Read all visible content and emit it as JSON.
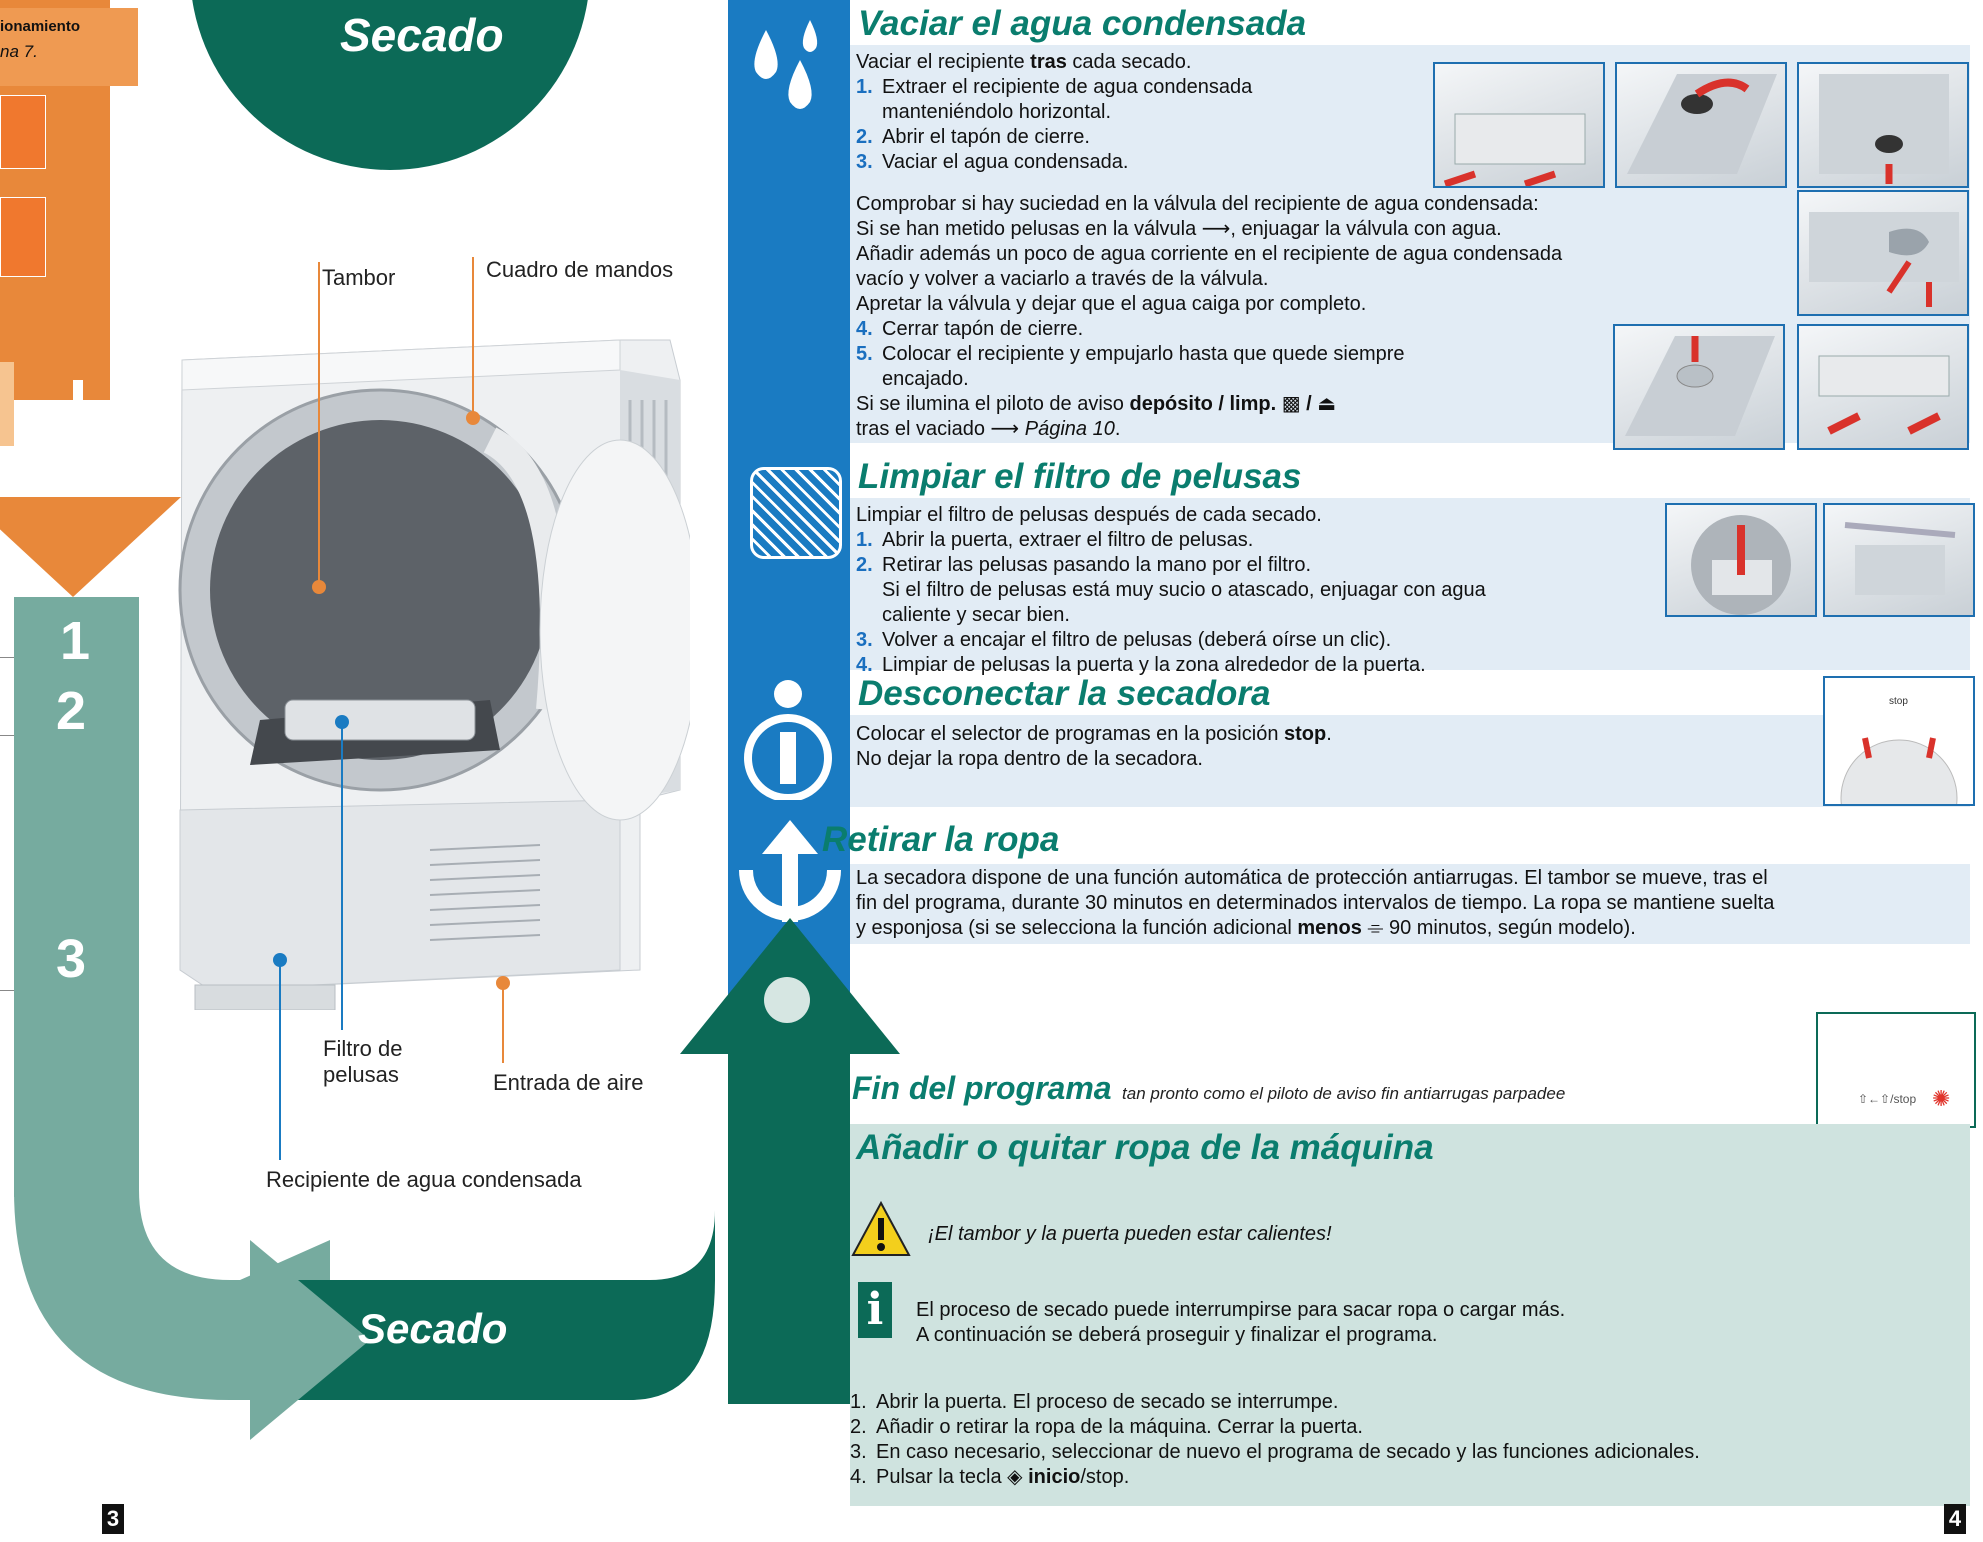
{
  "left_page": {
    "header_title_partial": "ionamiento",
    "header_sub_partial": "na 7.",
    "top_title": "Secado",
    "bottom_title": "Secado",
    "step_numbers": [
      "1",
      "2",
      "3"
    ],
    "labels": {
      "drum": "Tambor",
      "control_panel": "Cuadro de mandos",
      "lint_filter": "Filtro de\npelusas",
      "air_inlet": "Entrada de aire",
      "condensed_container": "Recipiente de agua condensada"
    },
    "page_number": "3"
  },
  "sections": {
    "vaciar": {
      "title": "Vaciar el agua condensada",
      "intro_pre": "Vaciar el recipiente ",
      "intro_bold": "tras",
      "intro_post": " cada secado.",
      "steps": [
        {
          "n": "1.",
          "text": "Extraer el recipiente de agua condensada",
          "cont": "manteniéndolo horizontal."
        },
        {
          "n": "2.",
          "text": "Abrir el tapón de cierre."
        },
        {
          "n": "3.",
          "text": "Vaciar el agua condensada."
        }
      ],
      "check_lines": [
        "Comprobar si hay suciedad en la válvula del recipiente de agua condensada:",
        "Si se han metido pelusas en la válvula ⟶, enjuagar la válvula con agua.",
        "Añadir además un poco de agua corriente en el recipiente de agua condensada",
        "vacío y volver a vaciarlo a través de la válvula.",
        "Apretar la válvula y dejar que el agua caiga por completo."
      ],
      "steps2": [
        {
          "n": "4.",
          "text": "Cerrar tapón de cierre."
        },
        {
          "n": "5.",
          "text": "Colocar el recipiente y empujarlo hasta que quede siempre",
          "cont": "encajado."
        }
      ],
      "warn_pre": "Si se ilumina el piloto de aviso ",
      "warn_bold": "depósito / limp.",
      "warn_icons": "▩ / ⏏",
      "after_pre": "tras el vaciado ⟶ ",
      "after_ref": "Página 10",
      "after_post": "."
    },
    "filtro": {
      "title": "Limpiar el filtro de pelusas",
      "intro": "Limpiar el filtro de pelusas después de cada secado.",
      "steps": [
        {
          "n": "1.",
          "text": "Abrir la puerta, extraer el filtro de pelusas."
        },
        {
          "n": "2.",
          "text": "Retirar las pelusas pasando la mano por el filtro.",
          "cont": "Si el filtro de pelusas está muy sucio o atascado, enjuagar con agua",
          "cont2": "caliente y secar bien."
        },
        {
          "n": "3.",
          "text": "Volver a encajar el filtro de pelusas (deberá oírse un clic)."
        },
        {
          "n": "4.",
          "text": "Limpiar de pelusas la puerta y la zona alrededor de la puerta."
        }
      ]
    },
    "desconectar": {
      "title": "Desconectar la secadora",
      "line1_pre": "Colocar el selector de programas en la posición ",
      "line1_bold": "stop",
      "line1_post": ".",
      "line2": "No dejar la ropa dentro de la secadora.",
      "dial_label": "stop"
    },
    "retirar": {
      "title": "Retirar la ropa",
      "line1": "La secadora dispone de una función automática de protección antiarrugas. El tambor se mueve, tras el",
      "line2": "fin del programa, durante 30 minutos en determinados intervalos de tiempo. La ropa se mantiene suelta",
      "line3_pre": "y esponjosa (si se selecciona la función adicional ",
      "line3_bold": "menos",
      "line3_post": " ⌯ 90 minutos, según modelo)."
    },
    "fin": {
      "title": "Fin del programa",
      "subtitle": "tan pronto como el piloto de aviso fin antiarrugas parpadee",
      "indicator": "⇧←⇧/stop"
    },
    "anadir": {
      "title": "Añadir o quitar ropa de la máquina",
      "warning": "¡El tambor y la puerta pueden estar calientes!",
      "info1": "El proceso de secado puede interrumpirse para sacar ropa o cargar más.",
      "info2": "A continuación se deberá proseguir y finalizar el programa.",
      "steps": [
        {
          "n": "1.",
          "text": "Abrir la puerta. El proceso de secado se interrumpe."
        },
        {
          "n": "2.",
          "text": "Añadir o retirar la ropa de la máquina. Cerrar la puerta."
        },
        {
          "n": "3.",
          "text": "En caso necesario, seleccionar de nuevo el programa de secado y las funciones adicionales."
        }
      ],
      "step4_n": "4.",
      "step4_pre": "Pulsar la tecla ◈ ",
      "step4_bold": "inicio",
      "step4_post": "/stop."
    }
  },
  "right_page_number": "4",
  "colors": {
    "orange": "#e8883a",
    "teal_light": "#76ab9f",
    "teal_dark": "#0c6a57",
    "blue_band": "#1a7bc2",
    "green_panel": "#cfe3df",
    "title_green": "#0a7d6e"
  }
}
